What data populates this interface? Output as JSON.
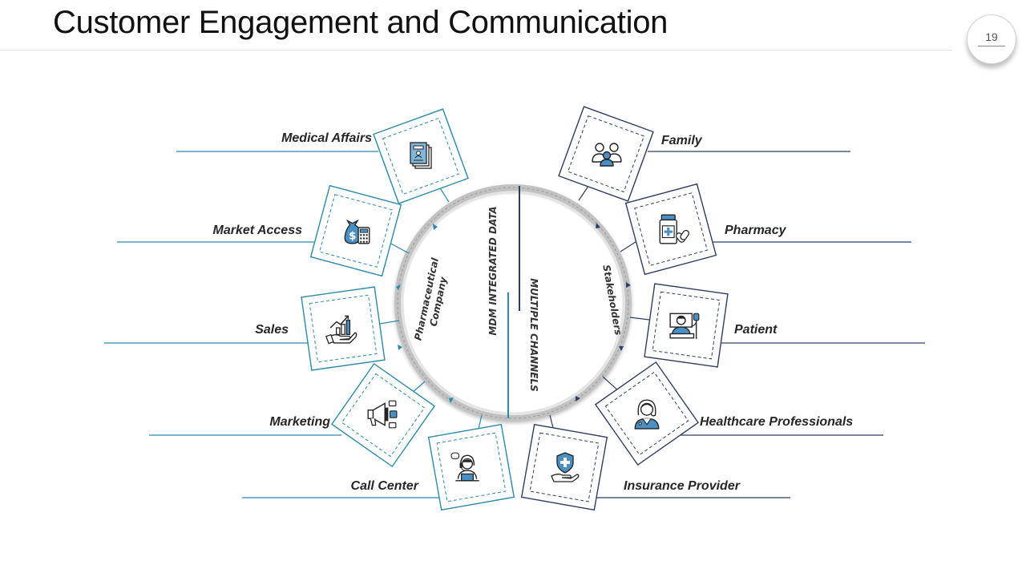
{
  "title": "Customer Engagement and Communication",
  "page_number": "19",
  "colors": {
    "pharma": "#2a8ab0",
    "stakeholder": "#2c3e66",
    "ring": "#c8c8c8"
  },
  "ring": {
    "pharma_label_line1": "Pharmaceutical",
    "pharma_label_line2": "Company",
    "mdm_label": "MDM INTEGRATED DATA",
    "channels_label": "MULTIPLE CHANNELS",
    "stakeholders_label": "Stakeholders"
  },
  "pharma_items": [
    {
      "label": "Medical Affairs",
      "icon": "document-badge-icon"
    },
    {
      "label": "Market Access",
      "icon": "money-bag-calculator-icon"
    },
    {
      "label": "Sales",
      "icon": "hand-growth-chart-icon"
    },
    {
      "label": "Marketing",
      "icon": "megaphone-icon"
    },
    {
      "label": "Call Center",
      "icon": "call-center-agent-icon"
    }
  ],
  "stakeholder_items": [
    {
      "label": "Family",
      "icon": "family-icon"
    },
    {
      "label": "Pharmacy",
      "icon": "medicine-bottle-pills-icon"
    },
    {
      "label": "Patient",
      "icon": "patient-bed-icon"
    },
    {
      "label": "Healthcare Professionals",
      "icon": "nurse-icon"
    },
    {
      "label": "Insurance Provider",
      "icon": "shield-hand-icon"
    }
  ]
}
